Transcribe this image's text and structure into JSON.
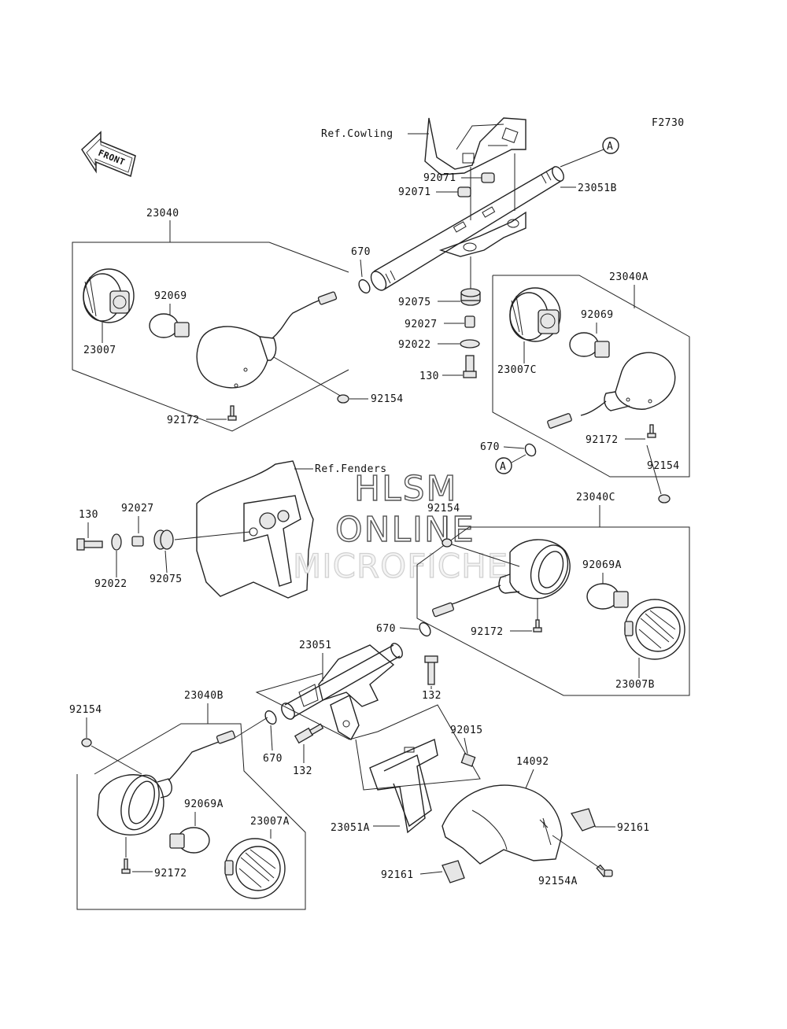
{
  "diagram": {
    "code": "F2730",
    "front_arrow_label": "FRONT",
    "references": {
      "cowling": "Ref.Cowling",
      "fenders": "Ref.Fenders"
    },
    "watermark": {
      "line1": "HLSM",
      "line2": "ONLINE",
      "line3": "MICROFICHE"
    },
    "callouts": {
      "A_top": "A",
      "A_right": "A"
    },
    "labels": {
      "p23040": "23040",
      "p23040A": "23040A",
      "p23040B": "23040B",
      "p23040C": "23040C",
      "p23007": "23007",
      "p23007A": "23007A",
      "p23007B": "23007B",
      "p23007C": "23007C",
      "p92069_left": "92069",
      "p92069_right": "92069",
      "p92069A_mid": "92069A",
      "p92069A_low": "92069A",
      "p670_top": "670",
      "p670_right": "670",
      "p670_mid": "670",
      "p670_low": "670",
      "p92071_a": "92071",
      "p92071_b": "92071",
      "p23051B": "23051B",
      "p92075_top": "92075",
      "p92027_top": "92027",
      "p92022_top": "92022",
      "p130_top": "130",
      "p92154_left": "92154",
      "p92172_left": "92172",
      "p92172_right": "92172",
      "p92154_right": "92154",
      "p92154_mid": "92154",
      "p130_left": "130",
      "p92027_left": "92027",
      "p92022_left": "92022",
      "p92075_left": "92075",
      "p92172_mid": "92172",
      "p23051": "23051",
      "p132_a": "132",
      "p132_b": "132",
      "p92154_low": "92154",
      "p92015": "92015",
      "p14092": "14092",
      "p92161_a": "92161",
      "p92161_b": "92161",
      "p23051A": "23051A",
      "p92154A": "92154A",
      "p92172_low": "92172"
    }
  }
}
